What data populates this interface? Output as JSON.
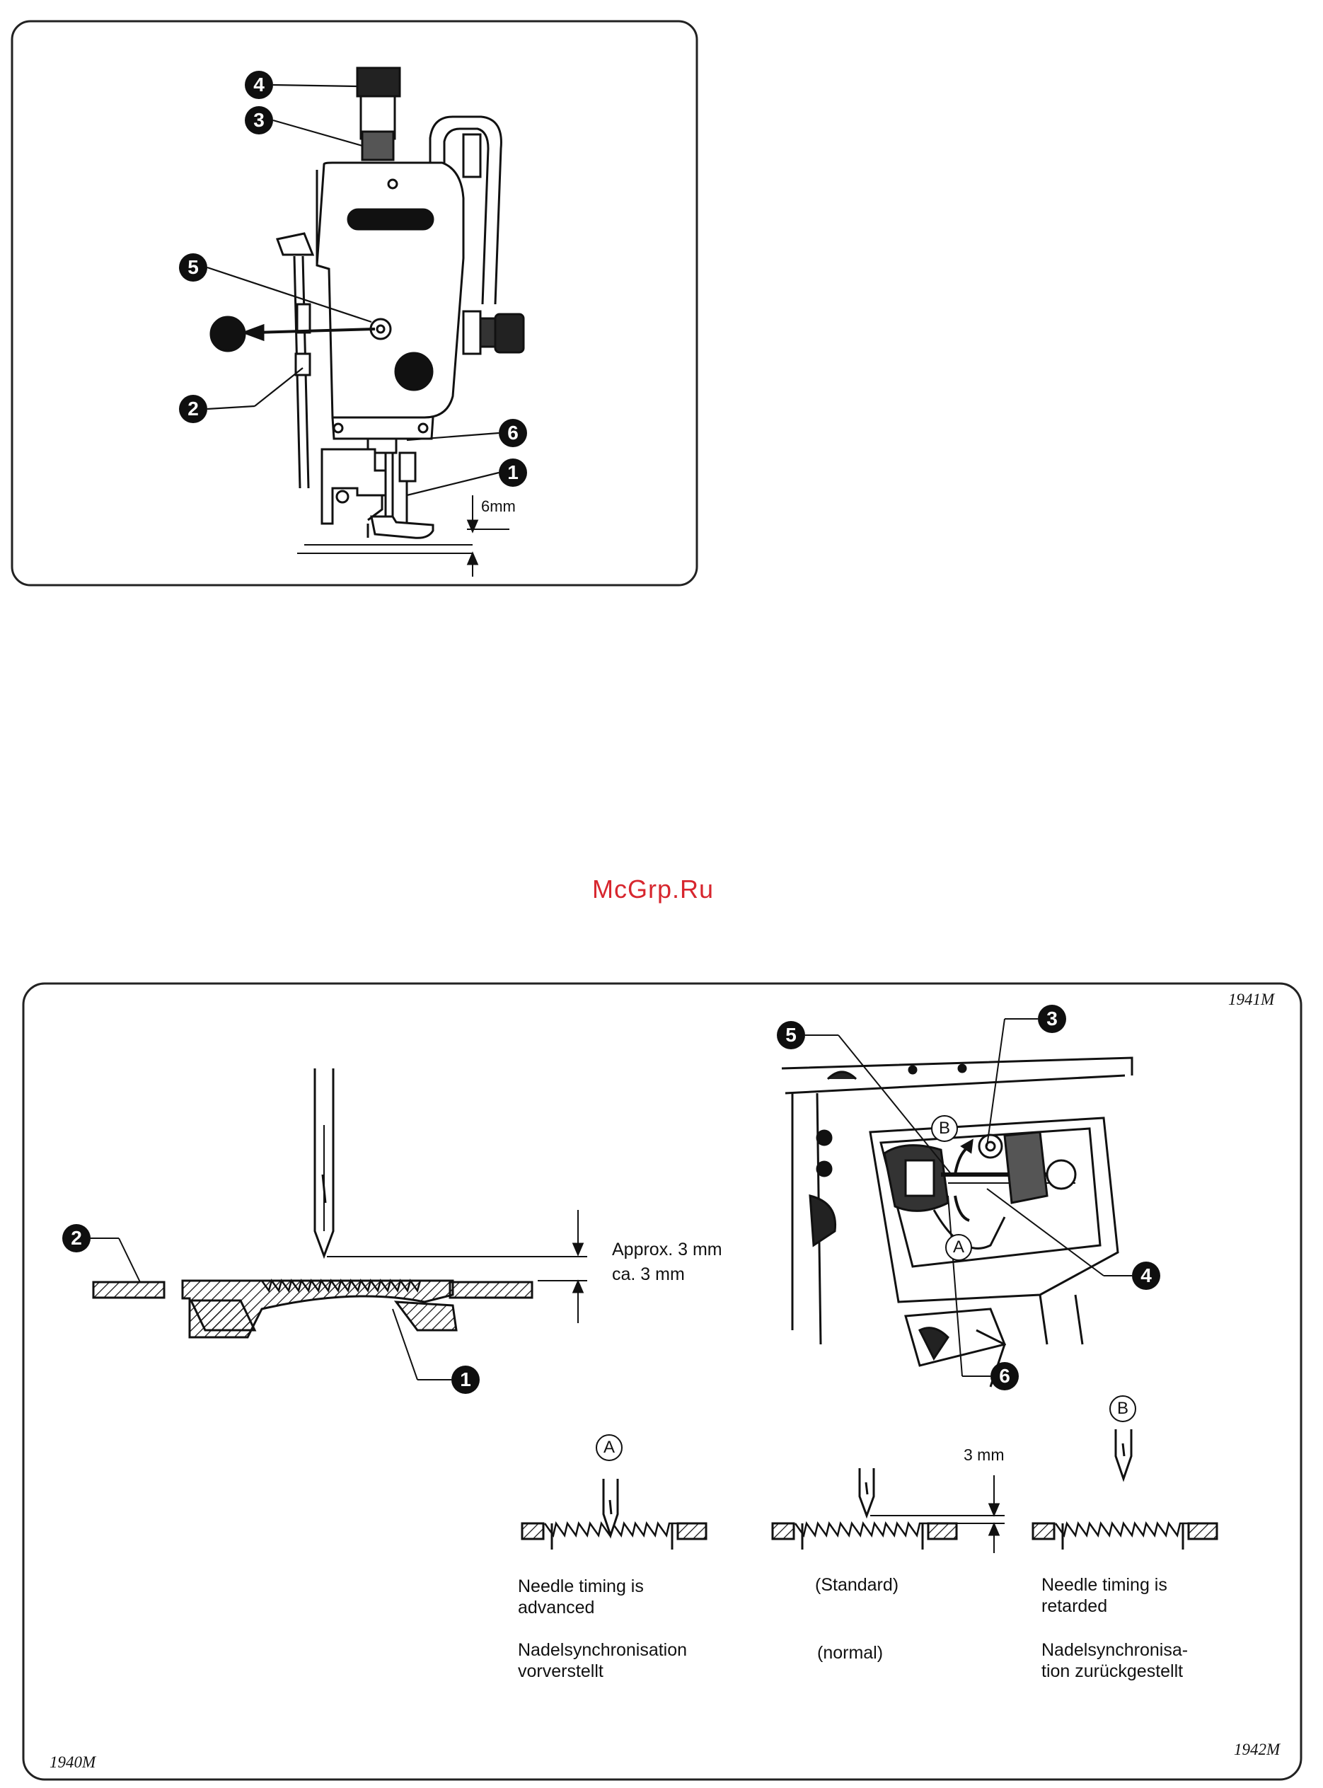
{
  "watermark": "McGrp.Ru",
  "top_figure": {
    "callouts": [
      "4",
      "3",
      "5",
      "2",
      "6",
      "1"
    ],
    "dimension": "6mm",
    "colors": {
      "callout_fill": "#0f0f0f",
      "line": "#111111"
    }
  },
  "bottom_figure": {
    "code_left": "1940M",
    "code_top_right": "1941M",
    "code_bottom_right": "1942M",
    "left_diagram": {
      "callouts": [
        "2",
        "1"
      ],
      "label_en": "Approx. 3 mm",
      "label_de": "ca. 3 mm"
    },
    "right_diagram": {
      "callouts": [
        "5",
        "3",
        "4",
        "6"
      ],
      "letters": [
        "B",
        "A"
      ]
    },
    "timing": [
      {
        "marker": "A",
        "text_en": [
          "Needle timing is",
          "advanced"
        ],
        "text_de": [
          "Nadelsynchronisation",
          "vorverstellt"
        ]
      },
      {
        "marker": "",
        "dimension": "3 mm",
        "text_en": [
          "(Standard)"
        ],
        "text_de": [
          "(normal)"
        ]
      },
      {
        "marker": "B",
        "text_en": [
          "Needle timing is",
          "retarded"
        ],
        "text_de": [
          "Nadelsynchronisa-",
          "tion zurückgestellt"
        ]
      }
    ]
  },
  "watermark_color": "#d7262e"
}
